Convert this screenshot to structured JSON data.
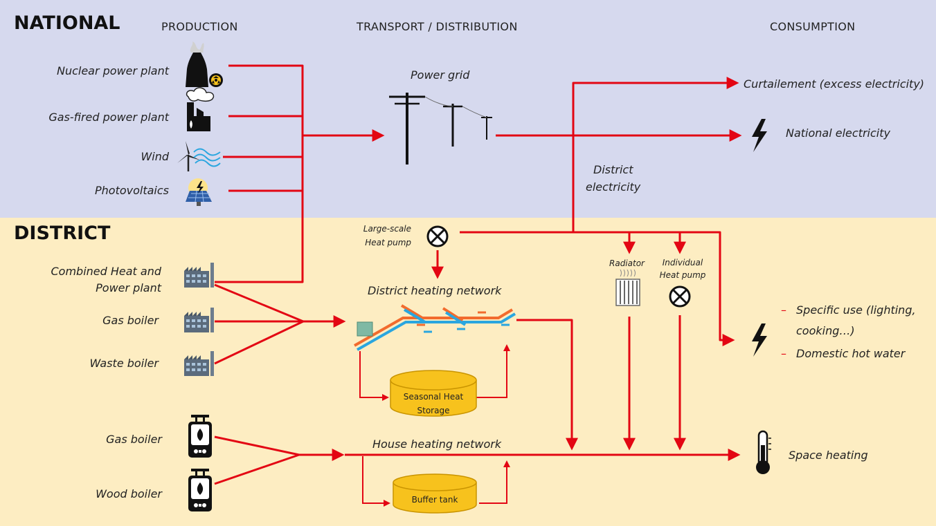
{
  "zones": {
    "national": "NATIONAL",
    "district": "DISTRICT"
  },
  "columns": {
    "production": "PRODUCTION",
    "transport": "TRANSPORT / DISTRIBUTION",
    "consumption": "CONSUMPTION"
  },
  "national_sources": {
    "nuclear": "Nuclear power plant",
    "gas_fired": "Gas-fired power plant",
    "wind": "Wind",
    "pv": "Photovoltaics"
  },
  "district_sources": {
    "chp_line1": "Combined Heat and",
    "chp_line2": "Power plant",
    "gas_boiler": "Gas boiler",
    "waste_boiler": "Waste boiler"
  },
  "house_sources": {
    "gas_boiler": "Gas boiler",
    "wood_boiler": "Wood boiler"
  },
  "nodes": {
    "power_grid": "Power grid",
    "district_electricity_line1": "District",
    "district_electricity_line2": "electricity",
    "large_hp_line1": "Large-scale",
    "large_hp_line2": "Heat pump",
    "district_heating_network": "District heating network",
    "seasonal_storage_line1": "Seasonal Heat",
    "seasonal_storage_line2": "Storage",
    "house_heating_network": "House heating network",
    "buffer_tank": "Buffer tank",
    "radiator": "Radiator",
    "individual_hp_line1": "Individual",
    "individual_hp_line2": "Heat pump"
  },
  "consumption": {
    "curtailment": "Curtailement (excess electricity)",
    "national_electricity": "National electricity",
    "specific_use_line1": "Specific use (lighting,",
    "specific_use_line2": "cooking…)",
    "domestic_hot_water": "Domestic hot water",
    "space_heating": "Space heating",
    "bullet": "–"
  },
  "colors": {
    "national_bg": "#d6d9ee",
    "district_bg": "#fdedc2",
    "flow": "#e30613",
    "tank_fill": "#f7c21d",
    "tank_stroke": "#c99400",
    "pipe_hot": "#f26b2d",
    "pipe_cold": "#2aa6df"
  },
  "icons": {
    "nuclear": "nuclear-plant-icon",
    "gas_plant": "gas-plant-icon",
    "wind": "wind-turbine-icon",
    "pv": "solar-panel-icon",
    "factory": "factory-icon",
    "boiler": "boiler-icon",
    "pylon": "power-pylon-icon",
    "heat_pump": "heat-pump-icon",
    "radiator": "radiator-icon",
    "lightning": "lightning-icon",
    "thermometer": "thermometer-icon"
  }
}
